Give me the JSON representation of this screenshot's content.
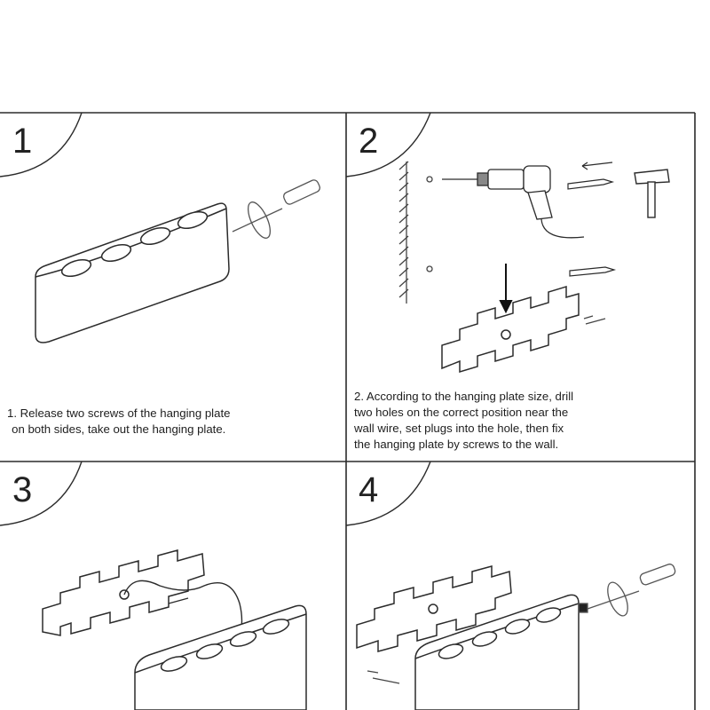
{
  "steps": [
    {
      "number": "1",
      "caption_lines": [
        "1. Release two screws of the hanging plate",
        "on both sides, take out the hanging plate."
      ]
    },
    {
      "number": "2",
      "caption_lines": [
        "2. According to the hanging plate size, drill",
        "two holes on the correct position near the",
        "wall wire, set plugs into the hole, then fix",
        "the hanging plate by screws to the wall."
      ]
    },
    {
      "number": "3",
      "caption_lines": []
    },
    {
      "number": "4",
      "caption_lines": []
    }
  ],
  "illustrations": {
    "step1": [
      "wall-lamp-body",
      "screwdriver-icon"
    ],
    "step2": [
      "wall-hatch",
      "drill-icon",
      "wall-plug-icon",
      "hammer-icon",
      "down-arrow-icon",
      "hanging-plate",
      "screw-icon"
    ],
    "step3": [
      "hanging-plate",
      "wire",
      "wall-lamp-body"
    ],
    "step4": [
      "hanging-plate",
      "wall-lamp-body",
      "screwdriver-icon",
      "screw-icon"
    ]
  },
  "colors": {
    "line": "#2b2b2b",
    "text": "#1e1e1e",
    "background": "#ffffff"
  }
}
